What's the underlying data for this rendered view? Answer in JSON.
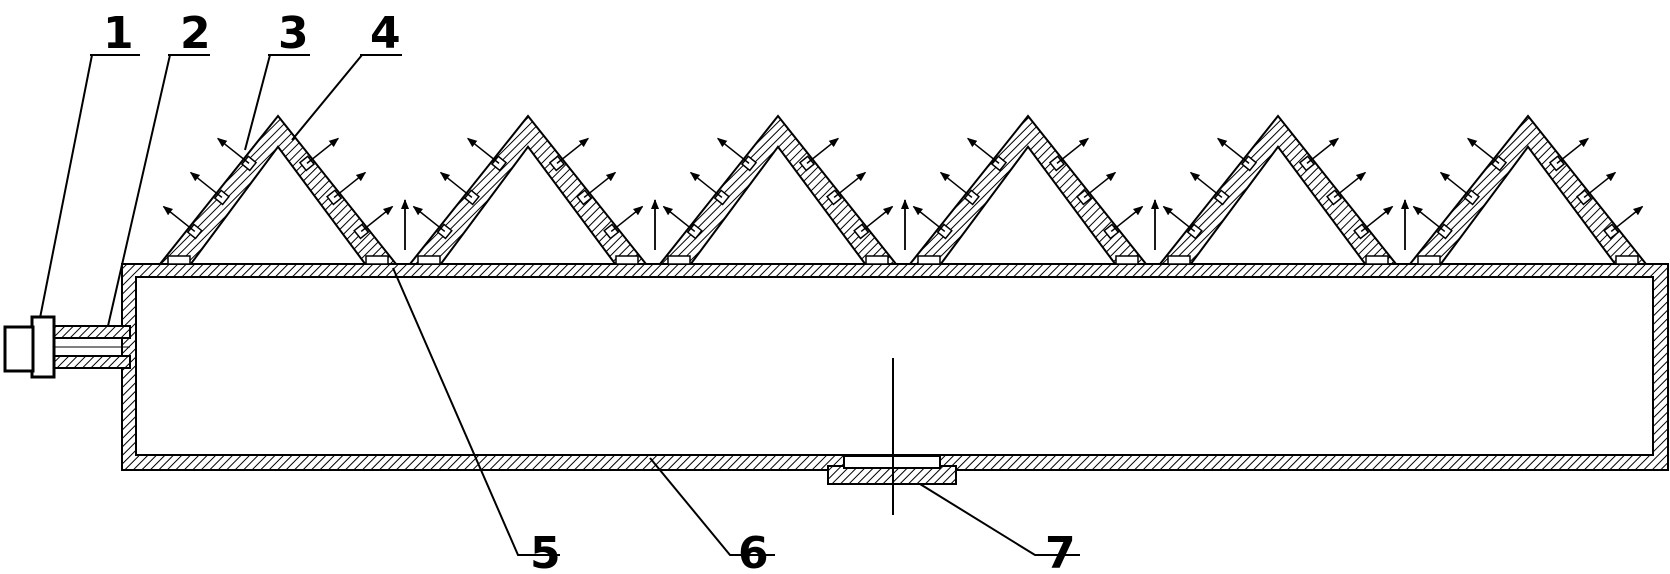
{
  "labels": {
    "part_1": "1",
    "part_2": "2",
    "part_3": "3",
    "part_4": "4",
    "part_5": "5",
    "part_6": "6",
    "part_7": "7"
  },
  "nozzle_count": 6,
  "colors": {
    "line": "#000000",
    "background": "#ffffff"
  }
}
